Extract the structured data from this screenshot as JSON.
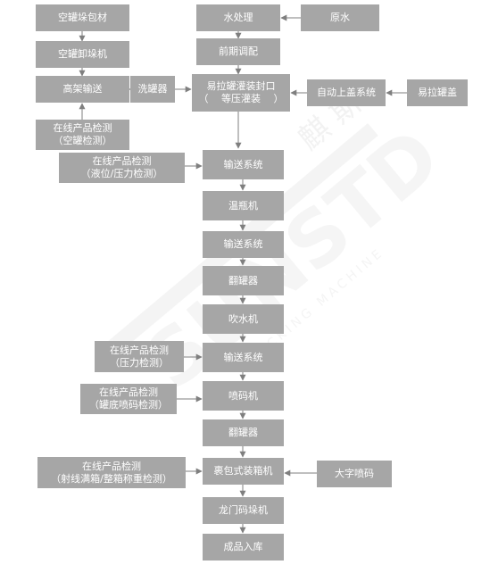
{
  "diagram": {
    "nodes": {
      "n_empty_can_stack": "空罐垛包材",
      "n_empty_can_unstacker": "空罐卸垛机",
      "n_elevated_conveyor": "高架输送",
      "n_can_washer": "洗罐器",
      "n_inline_check_empty": "在线产品检测\n（空罐检测）",
      "n_water_treatment": "水处理",
      "n_raw_water": "原水",
      "n_pre_blending": "前期调配",
      "n_filling_sealing": "易拉罐灌装封口\n（　 等压灌装　 ）",
      "n_auto_lid_system": "自动上盖系统",
      "n_can_lid": "易拉罐盖",
      "n_inline_check_level": "在线产品检测\n（液位/压力检测）",
      "n_conveyor_1": "输送系统",
      "n_warmer": "温瓶机",
      "n_conveyor_2": "输送系统",
      "n_can_inverter_1": "翻罐器",
      "n_blower": "吹水机",
      "n_inline_check_pressure": "在线产品检测\n（压力检测）",
      "n_conveyor_3": "输送系统",
      "n_inline_check_code": "在线产品检测\n（罐底喷码检测）",
      "n_inkjet_printer": "喷码机",
      "n_can_inverter_2": "翻罐器",
      "n_inline_check_weight": "在线产品检测\n（射线满箱/整箱称重检测）",
      "n_wrap_case_packer": "裹包式装箱机",
      "n_large_char_inkjet": "大字喷码",
      "n_gantry_palletizer": "龙门码垛机",
      "n_warehouse": "成品入库"
    },
    "edges": [
      [
        "n_empty_can_stack",
        "n_empty_can_unstacker"
      ],
      [
        "n_empty_can_unstacker",
        "n_elevated_conveyor"
      ],
      [
        "n_inline_check_empty",
        "n_elevated_conveyor"
      ],
      [
        "n_elevated_conveyor",
        "n_can_washer"
      ],
      [
        "n_can_washer",
        "n_filling_sealing"
      ],
      [
        "n_raw_water",
        "n_water_treatment"
      ],
      [
        "n_water_treatment",
        "n_pre_blending"
      ],
      [
        "n_pre_blending",
        "n_filling_sealing"
      ],
      [
        "n_can_lid",
        "n_auto_lid_system"
      ],
      [
        "n_auto_lid_system",
        "n_filling_sealing"
      ],
      [
        "n_filling_sealing",
        "n_conveyor_1"
      ],
      [
        "n_inline_check_level",
        "n_conveyor_1"
      ],
      [
        "n_conveyor_1",
        "n_warmer"
      ],
      [
        "n_warmer",
        "n_conveyor_2"
      ],
      [
        "n_conveyor_2",
        "n_can_inverter_1"
      ],
      [
        "n_can_inverter_1",
        "n_blower"
      ],
      [
        "n_blower",
        "n_conveyor_3"
      ],
      [
        "n_inline_check_pressure",
        "n_conveyor_3"
      ],
      [
        "n_conveyor_3",
        "n_inkjet_printer"
      ],
      [
        "n_inline_check_code",
        "n_inkjet_printer"
      ],
      [
        "n_inkjet_printer",
        "n_can_inverter_2"
      ],
      [
        "n_can_inverter_2",
        "n_wrap_case_packer"
      ],
      [
        "n_inline_check_weight",
        "n_wrap_case_packer"
      ],
      [
        "n_large_char_inkjet",
        "n_wrap_case_packer"
      ],
      [
        "n_wrap_case_packer",
        "n_gantry_palletizer"
      ],
      [
        "n_gantry_palletizer",
        "n_warehouse"
      ]
    ]
  },
  "watermark": {
    "brand_text": "SUNSTD",
    "cn_text": "麒 斯",
    "sub_text": "PACKING MACHINE"
  },
  "colors": {
    "box_fill": "#a6a6a6",
    "box_text": "#ffffff",
    "arrow": "#7f7f7f",
    "watermark": "#efefef"
  }
}
